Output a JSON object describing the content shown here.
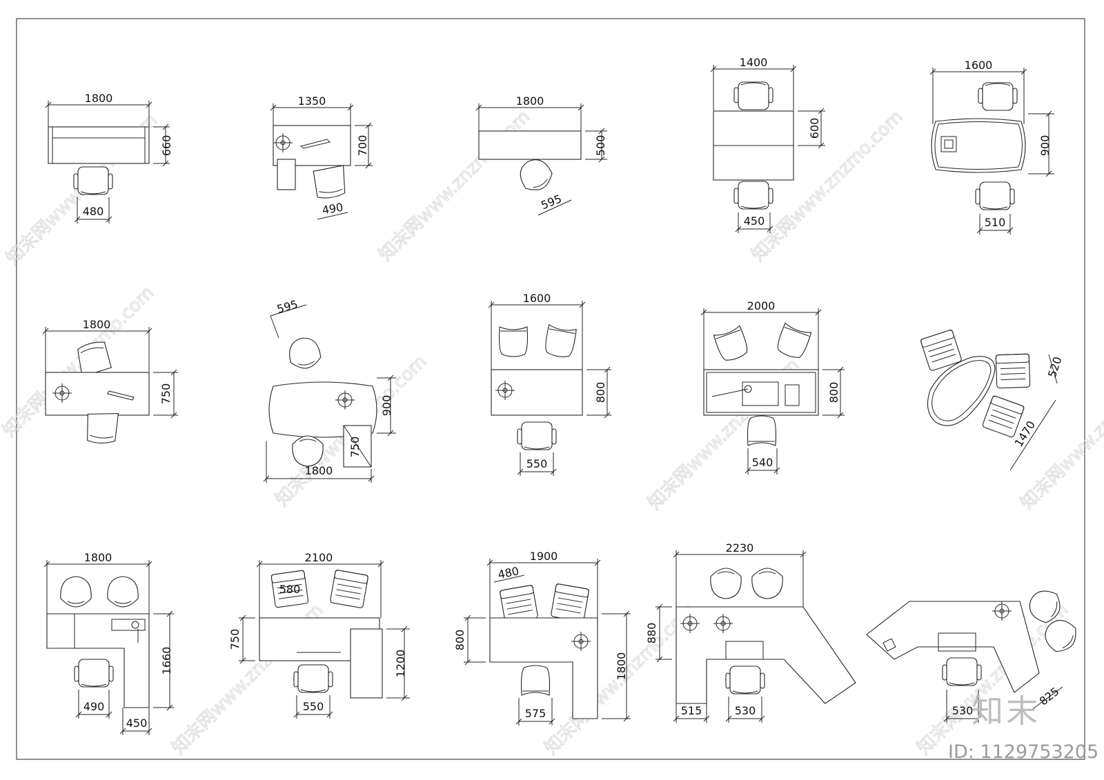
{
  "watermark": {
    "text": "知末网www.znzmo.com",
    "brand": "知末",
    "id_label": "ID: 1129753205"
  },
  "rows": [
    {
      "name": "row-1",
      "items": [
        {
          "name": "desk-1800",
          "width_label": "1800",
          "depth_label": "660",
          "chair_label": "480"
        },
        {
          "name": "desk-1350",
          "width_label": "1350",
          "depth_label": "700",
          "chair_label": "490"
        },
        {
          "name": "desk-1800-b",
          "width_label": "1800",
          "depth_label": "500",
          "chair_label": "595"
        },
        {
          "name": "table-1400",
          "width_label": "1400",
          "depth_label": "600",
          "chair_label": "450"
        },
        {
          "name": "table-1600",
          "width_label": "1600",
          "depth_label": "900",
          "chair_label": "510"
        }
      ]
    },
    {
      "name": "row-2",
      "items": [
        {
          "name": "desk-1800-c",
          "width_label": "1800",
          "depth_label": "750"
        },
        {
          "name": "desk-oval-1800",
          "width_label": "1800",
          "depth_label": "900",
          "chair_label": "595",
          "side_label": "750"
        },
        {
          "name": "desk-1600",
          "width_label": "1600",
          "depth_label": "800",
          "chair_label": "550"
        },
        {
          "name": "desk-2000",
          "width_label": "2000",
          "depth_label": "800",
          "chair_label": "540"
        },
        {
          "name": "oval-table-1470",
          "width_label": "1470",
          "chair_label": "520"
        }
      ]
    },
    {
      "name": "row-3",
      "items": [
        {
          "name": "l-desk-1800",
          "width_label": "1800",
          "depth_label": "1660",
          "chair_label": "490",
          "return_label": "450"
        },
        {
          "name": "l-desk-2100",
          "width_label": "2100",
          "depth_label": "750",
          "chair_label": "550",
          "visitor_label": "580",
          "return_label": "1200"
        },
        {
          "name": "l-desk-1900",
          "width_label": "1900",
          "depth_label": "800",
          "chair_label": "575",
          "visitor_label": "480",
          "return_label": "1800"
        },
        {
          "name": "angled-desk-2230",
          "width_label": "2230",
          "depth_label": "880",
          "chair_label": "530",
          "return_label": "515"
        },
        {
          "name": "angled-desk-825",
          "chair_label": "530",
          "depth_label": "825"
        }
      ]
    }
  ]
}
